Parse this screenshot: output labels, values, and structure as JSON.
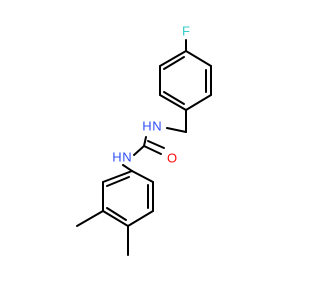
{
  "molecule": {
    "atoms": [
      {
        "label": "F",
        "color": "#33cccc"
      },
      {
        "label": "N",
        "color": "#3050f8"
      },
      {
        "label": "H",
        "color": "#3050f8"
      },
      {
        "label": "O",
        "color": "#ff0d0d"
      },
      {
        "label": "N",
        "color": "#3050f8"
      },
      {
        "label": "H",
        "color": "#3050f8"
      }
    ],
    "bond_color": "#000000",
    "background": "#ffffff"
  }
}
